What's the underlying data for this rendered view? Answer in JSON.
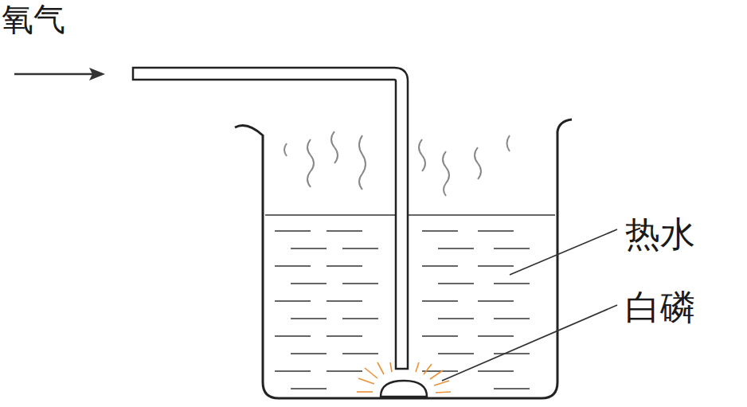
{
  "diagram": {
    "labels": [
      "氧气",
      "热水",
      "白磷"
    ]
  }
}
